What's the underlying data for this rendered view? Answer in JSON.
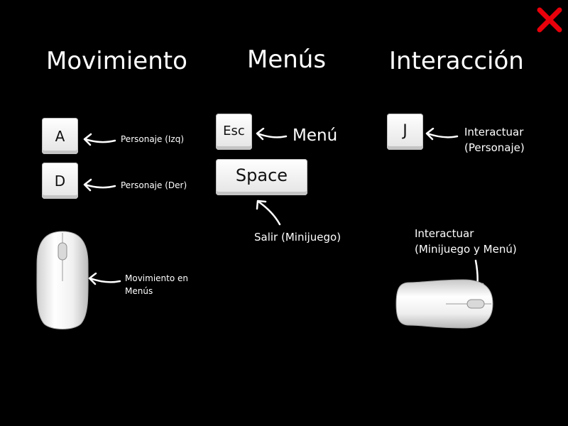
{
  "titles": {
    "movement": "Movimiento",
    "menus": "Menús",
    "interaction": "Interacción"
  },
  "keys": {
    "a": "A",
    "d": "D",
    "esc": "Esc",
    "space": "Space",
    "j": "J"
  },
  "labels": {
    "a_action": "Personaje (Izq)",
    "d_action": "Personaje (Der)",
    "mouse_move_line1": "Movimiento en",
    "mouse_move_line2": "Menús",
    "esc_action": "Menú",
    "space_action": "Salir (Minijuego)",
    "j_action_line1": "Interactuar",
    "j_action_line2": "(Personaje)",
    "mouse_click_line1": "Interactuar",
    "mouse_click_line2": "(Minijuego y Menú)"
  },
  "close_icon": "close-x-icon",
  "colors": {
    "close": "#e8000b",
    "background": "#000000"
  }
}
